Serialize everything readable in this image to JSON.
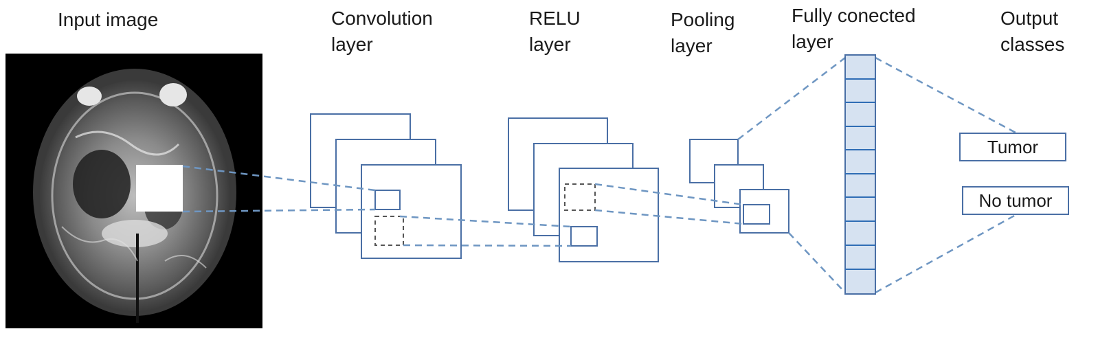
{
  "labels": {
    "input_image": "Input image",
    "convolution_layer": "Convolution\nlayer",
    "relu_layer": "RELU\nlayer",
    "pooling_layer": "Pooling\nlayer",
    "fully_connected_layer": "Fully conected\nlayer",
    "output_classes": "Output\nclasses"
  },
  "outputs": [
    "Tumor",
    "No tumor"
  ],
  "colors": {
    "layer_stroke": "#4a6fa5",
    "connector": "#6e96c2",
    "fc_fill": "#d6e2f1",
    "fc_divider": "#2f6db5",
    "image_background": "#000000"
  }
}
